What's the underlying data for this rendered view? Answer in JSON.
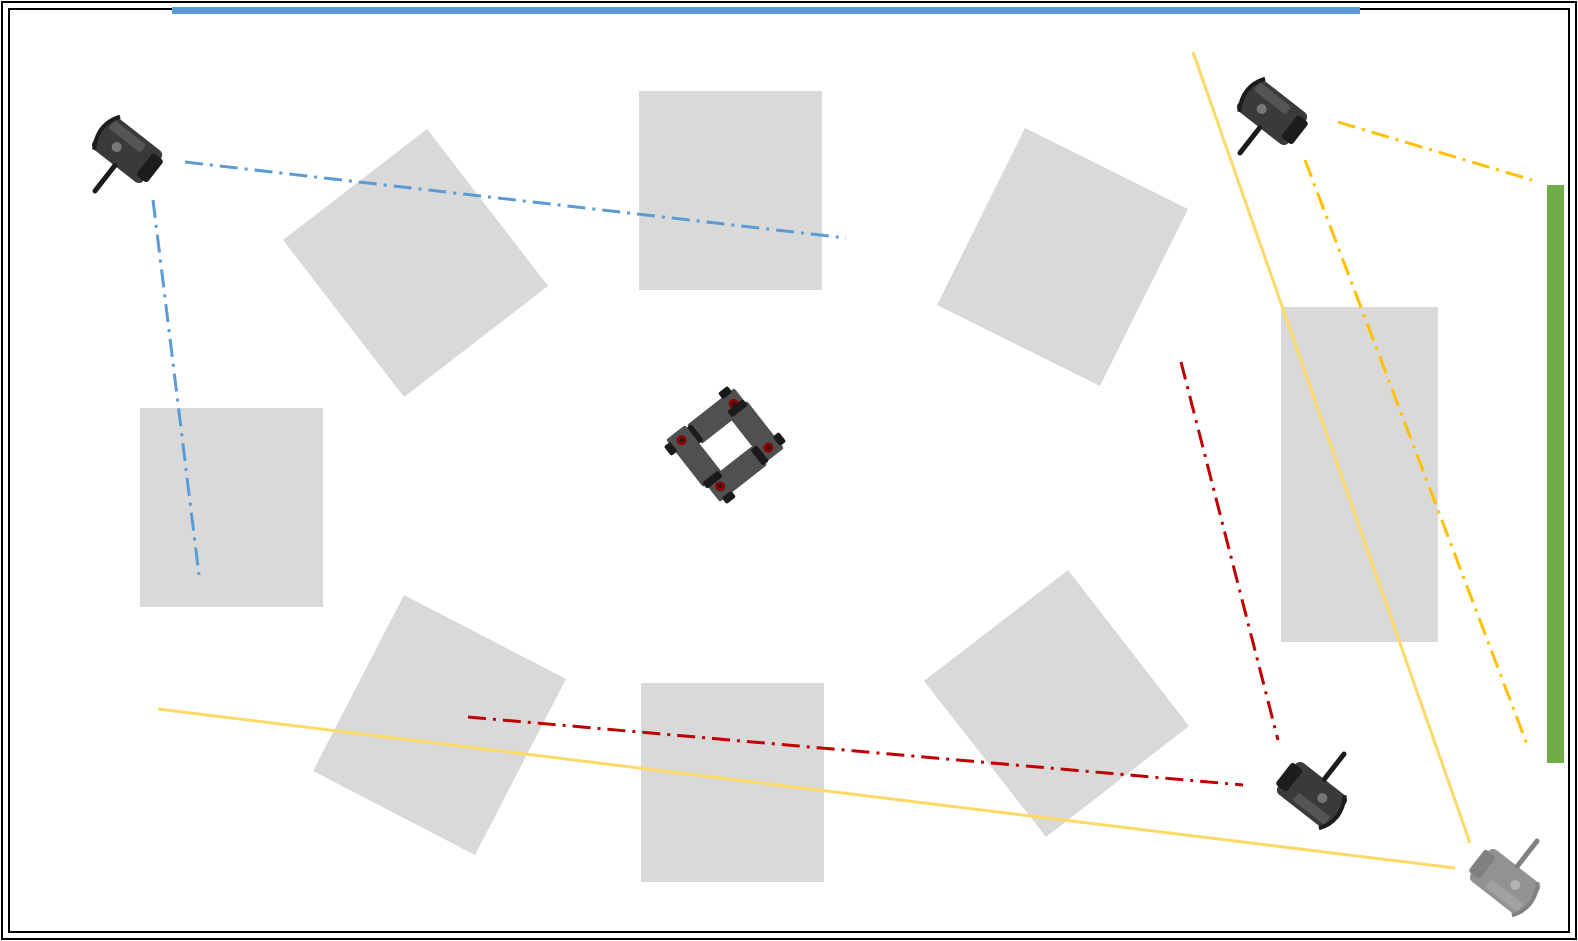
{
  "diagram": {
    "colors": {
      "frame": "#000000",
      "obstacle": "#d9d9d9",
      "blue_wall": "#5b9bd5",
      "green_wall": "#70ad47",
      "blue_path": "#5b9bd5",
      "red_path": "#c00000",
      "orange_path": "#ffc000",
      "yellow_line": "#ffd966",
      "camera_body": "#3a3a3a",
      "camera_dark": "#1c1c1c",
      "faded_camera": "#8c8c8c",
      "robot_body": "#505050",
      "robot_wheel": "#1a1a1a",
      "robot_eye": "#8b0000"
    },
    "cameras": [
      {
        "name": "camera-top-left",
        "icon": "video-camera-icon"
      },
      {
        "name": "camera-top-right",
        "icon": "video-camera-icon"
      },
      {
        "name": "camera-bottom-right",
        "icon": "video-camera-icon"
      },
      {
        "name": "camera-bottom-right-faded",
        "icon": "video-camera-icon"
      }
    ],
    "robot": {
      "icon": "robot-cluster-icon"
    }
  }
}
